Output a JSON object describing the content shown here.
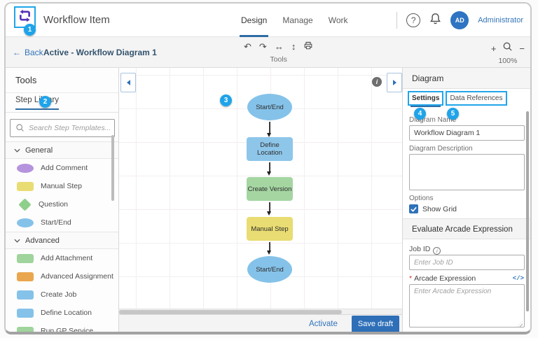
{
  "colors": {
    "accent_blue": "#3174ba",
    "button_blue": "#2e6fb8",
    "callout_blue": "#1ea4ea",
    "annotation_blue": "#21a5ea",
    "tab_underline": "#2e6da4"
  },
  "header": {
    "app_title": "Workflow Item",
    "tabs": [
      {
        "label": "Design"
      },
      {
        "label": "Manage"
      },
      {
        "label": "Work"
      }
    ],
    "help_glyph": "?",
    "user_initials": "AD",
    "user_name": "Administrator"
  },
  "subheader": {
    "back_arrow": "←",
    "back_label": "Back",
    "breadcrumb": "Active - Workflow Diagram 1",
    "undo_glyph": "↶",
    "redo_glyph": "↷",
    "distribute_h_glyph": "↔",
    "distribute_v_glyph": "↕",
    "tools_label": "Tools",
    "zoom_in_glyph": "+",
    "zoom_out_glyph": "−",
    "zoom_level": "100%"
  },
  "left_panel": {
    "title": "Tools",
    "tab_label": "Step Library",
    "search_placeholder": "Search Step Templates...",
    "sections": [
      {
        "label": "General",
        "items": [
          {
            "label": "Add Comment",
            "shape": "ellipse",
            "color": "#b593dd"
          },
          {
            "label": "Manual Step",
            "shape": "rect",
            "color": "#e9dc72"
          },
          {
            "label": "Question",
            "shape": "diamond",
            "color": "#8fcf8c"
          },
          {
            "label": "Start/End",
            "shape": "ellipse",
            "color": "#85c2e9"
          }
        ]
      },
      {
        "label": "Advanced",
        "items": [
          {
            "label": "Add Attachment",
            "shape": "rect",
            "color": "#9fd49c"
          },
          {
            "label": "Advanced Assignment",
            "shape": "rect",
            "color": "#eaa64e"
          },
          {
            "label": "Create Job",
            "shape": "rect",
            "color": "#85c2e9"
          },
          {
            "label": "Define Location",
            "shape": "rect",
            "color": "#85c2e9"
          },
          {
            "label": "Run GP Service",
            "shape": "rect",
            "color": "#9fd49c"
          }
        ]
      }
    ]
  },
  "canvas": {
    "nodes": [
      {
        "label": "Start/End",
        "shape": "ellipse",
        "color": "#85c2e9"
      },
      {
        "label": "Define Location",
        "shape": "rect",
        "color": "#8ec6ea"
      },
      {
        "label": "Create Version",
        "shape": "rect",
        "color": "#a5d6a2"
      },
      {
        "label": "Manual Step",
        "shape": "rect",
        "color": "#e9dc72"
      },
      {
        "label": "Start/End",
        "shape": "ellipse",
        "color": "#85c2e9"
      }
    ],
    "info_glyph": "i"
  },
  "footer": {
    "activate_label": "Activate",
    "save_draft_label": "Save draft"
  },
  "right_panel": {
    "title": "Diagram",
    "tabs": [
      {
        "label": "Settings"
      },
      {
        "label": "Data References"
      }
    ],
    "fields": {
      "diagram_name_label": "Diagram Name",
      "diagram_name_value": "Workflow Diagram 1",
      "diagram_description_label": "Diagram Description",
      "options_label": "Options",
      "show_grid_label": "Show Grid",
      "evaluate_section_title": "Evaluate Arcade Expression",
      "job_id_label": "Job ID",
      "job_id_info_glyph": "i",
      "job_id_placeholder": "Enter Job ID",
      "required_marker": "*",
      "arcade_expression_label": "Arcade Expression",
      "arcade_expression_placeholder": "Enter Arcade Expression",
      "code_icon_glyph": "</>"
    }
  },
  "callouts": {
    "c1": "1",
    "c2": "2",
    "c3": "3",
    "c4": "4",
    "c5": "5"
  }
}
